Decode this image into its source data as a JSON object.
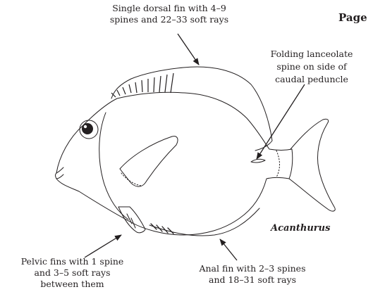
{
  "header": {
    "page_title": "Page"
  },
  "labels": {
    "dorsal": [
      "Single dorsal fin with 4–9",
      "spines and 22–33 soft rays"
    ],
    "caudal_spine": [
      "Folding lanceolate",
      "spine on side of",
      "caudal peduncle"
    ],
    "pelvic": [
      "Pelvic fins with 1 spine",
      "and 3–5 soft rays",
      "between them"
    ],
    "anal": [
      "Anal fin with 2–3 spines",
      "and 18–31 soft rays"
    ]
  },
  "genus": "Acanthurus",
  "colors": {
    "ink": "#231f20",
    "background": "#ffffff"
  },
  "icons": {
    "subject": "surgeonfish-illustration",
    "pointer": "arrow"
  }
}
